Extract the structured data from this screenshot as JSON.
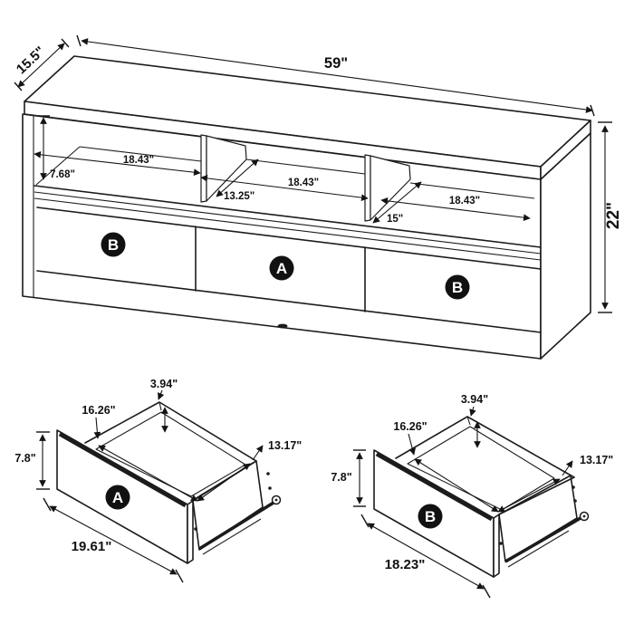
{
  "console": {
    "width": "59\"",
    "depth": "15.5\"",
    "height": "22\"",
    "compartments": {
      "widths": [
        "18.43\"",
        "18.43\"",
        "18.43\""
      ],
      "height": "7.68\"",
      "depth_left": "13.25\"",
      "depth_right": "15\""
    },
    "drawer_badges": [
      "B",
      "A",
      "B"
    ]
  },
  "drawer_a": {
    "badge": "A",
    "interior_height": "3.94\"",
    "interior_width": "16.26\"",
    "interior_depth": "13.17\"",
    "front_height": "7.8\"",
    "front_width": "19.61\""
  },
  "drawer_b": {
    "badge": "B",
    "interior_height": "3.94\"",
    "interior_width": "16.26\"",
    "interior_depth": "13.17\"",
    "front_height": "7.8\"",
    "front_width": "18.23\""
  },
  "colors": {
    "line": "#1c1c1c",
    "text": "#111111",
    "badge_bg": "#111111",
    "badge_text": "#ffffff",
    "background": "#ffffff"
  }
}
